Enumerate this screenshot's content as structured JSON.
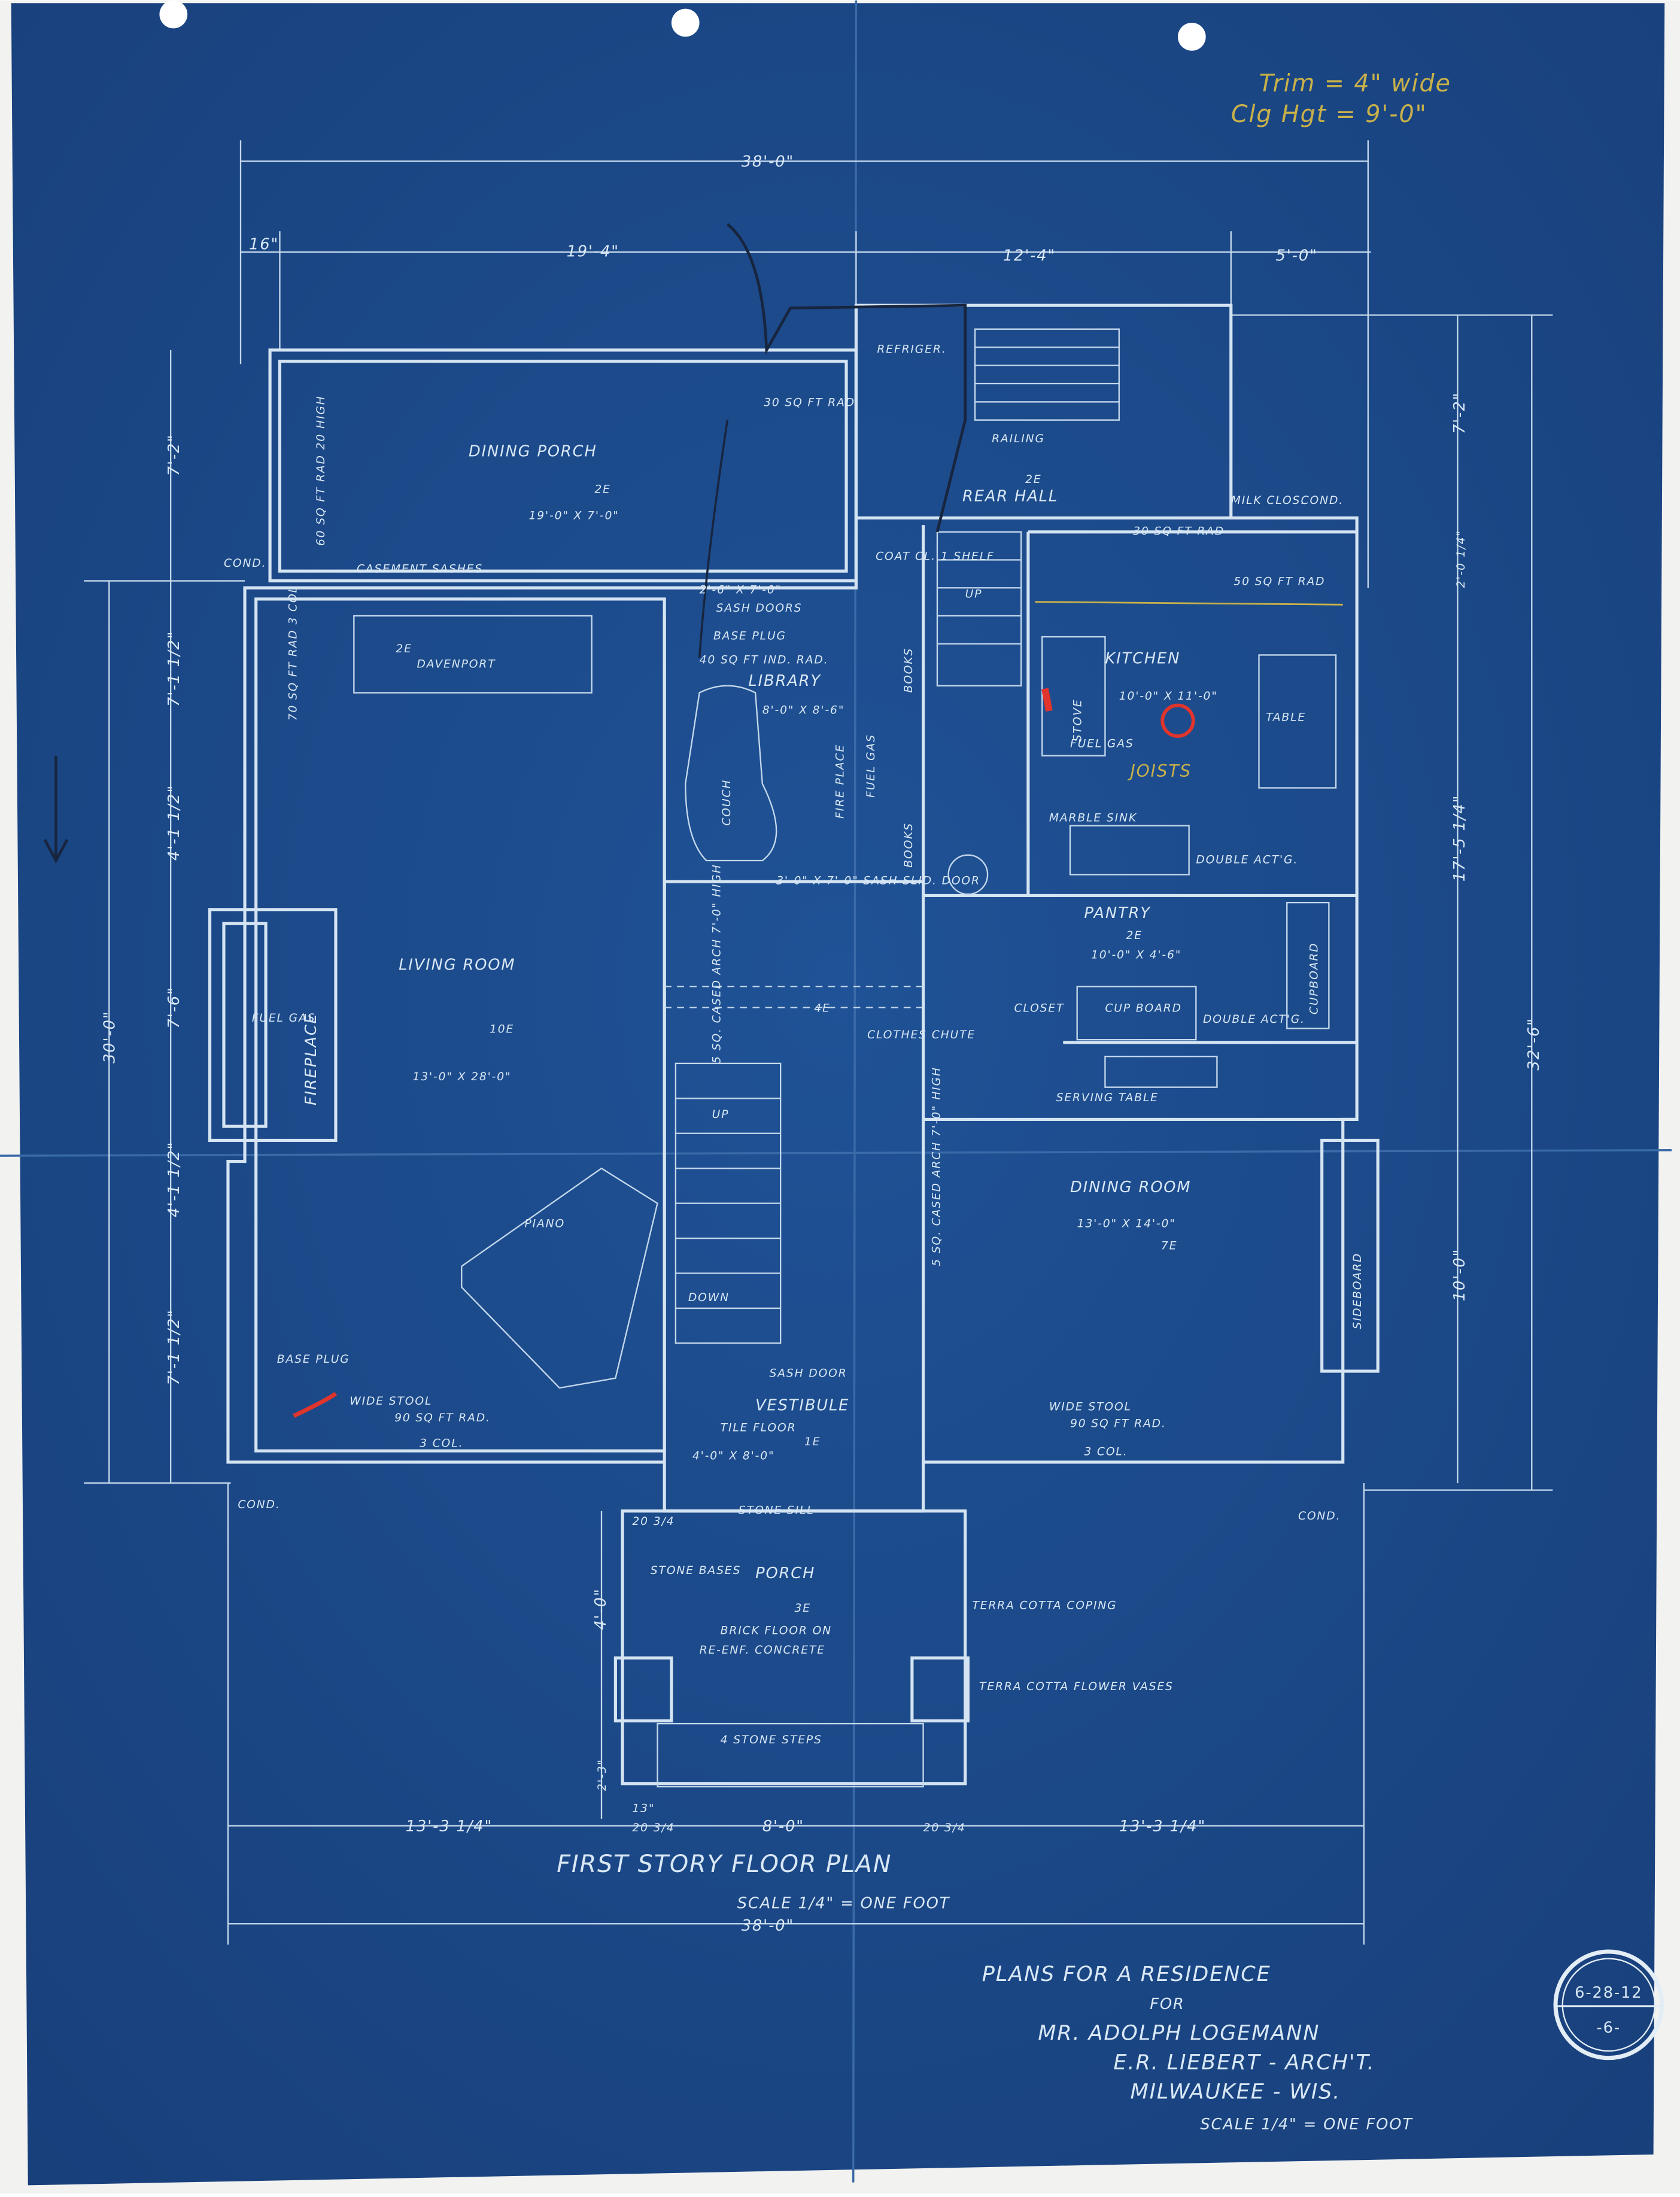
{
  "notes": {
    "trim": "Trim = 4\" wide",
    "ceiling": "Clg Hgt = 9'-0\""
  },
  "title_block": {
    "line1": "PLANS FOR A RESIDENCE",
    "line2": "FOR",
    "line3": "MR. ADOLPH LOGEMANN",
    "line4": "E.R. LIEBERT - ARCH'T.",
    "line5": "MILWAUKEE - WIS.",
    "line6": "SCALE 1/4\" = ONE FOOT"
  },
  "sheet_stamp": {
    "date": "6-28-12",
    "sheet": "-6-"
  },
  "plan_title": {
    "title": "FIRST STORY FLOOR PLAN",
    "scale": "SCALE 1/4\" = ONE FOOT"
  },
  "dimensions": {
    "top_overall": "38'-0\"",
    "top_a": "16\"",
    "top_b": "19'-4\"",
    "top_c": "12'-4\"",
    "top_d": "5'-0\"",
    "bottom_overall": "38'-0\"",
    "bottom_a": "13'-3 1/4\"",
    "bottom_b": "20 3/4",
    "bottom_c": "8'-0\"",
    "bottom_d": "20 3/4",
    "bottom_e": "13'-3 1/4\"",
    "left_overall": "30'-0\"",
    "left_a": "7'-2\"",
    "left_b": "7'-1 1/2\"",
    "left_c": "4'-1 1/2\"",
    "left_d": "7'-6\"",
    "left_e": "4'-1 1/2\"",
    "left_f": "7'-1 1/2\"",
    "right_overall": "32'-6\"",
    "right_a": "7'-2\"",
    "right_b": "2'-0 1/4\"",
    "right_c": "17'-5 1/4\"",
    "right_d": "10'-0\"",
    "porch_a": "4'-0\"",
    "porch_b": "2'-3\"",
    "porch_c": "13\"",
    "porch_d": "20 3/4"
  },
  "rooms": {
    "dining_porch": {
      "name": "DINING PORCH",
      "light": "2E",
      "size": "19'-0\" X 7'-0\""
    },
    "living_room": {
      "name": "LIVING ROOM",
      "light": "10E",
      "size": "13'-0\" X 28'-0\""
    },
    "library": {
      "name": "LIBRARY",
      "size": "8'-0\" X 8'-6\""
    },
    "kitchen": {
      "name": "KITCHEN",
      "size": "10'-0\" X 11'-0\""
    },
    "rear_hall": {
      "name": "REAR HALL",
      "light": "2E"
    },
    "pantry": {
      "name": "PANTRY",
      "light": "2E",
      "size": "10'-0\" X 4'-6\""
    },
    "dining_room": {
      "name": "DINING ROOM",
      "light": "7E",
      "size": "13'-0\" X 14'-0\""
    },
    "vestibule": {
      "name": "VESTIBULE",
      "floor": "TILE FLOOR",
      "light": "1E",
      "size": "4'-0\" X 8'-0\""
    },
    "porch": {
      "name": "PORCH",
      "light": "3E",
      "floor1": "BRICK FLOOR ON",
      "floor2": "RE-ENF. CONCRETE"
    }
  },
  "fixtures": {
    "casement": "CASEMENT SASHES",
    "davenport": "DAVENPORT",
    "twoE": "2E",
    "rad_60": "60 SQ FT RAD 20 HIGH",
    "rad_70": "70 SQ FT RAD 3 COL",
    "sash_doors": "SASH DOORS",
    "door_2_6": "2'-6\" X 7'-0\"",
    "base_plug": "BASE PLUG",
    "ind_rad": "40 SQ FT IND. RAD.",
    "couch": "COUCH",
    "fire_place": "FIRE PLACE",
    "books": "BOOKS",
    "fuel_gas": "FUEL GAS",
    "sash_slid": "3'-0\" X 7'-0\" SASH SLID. DOOR",
    "refriger": "REFRIGER.",
    "railing": "RAILING",
    "up": "UP",
    "rad_30": "30 SQ FT RAD",
    "coat": "COAT CL. 1 SHELF",
    "milk": "MILK CLOS.",
    "cond": "COND.",
    "rad_50": "50 SQ FT RAD",
    "table": "TABLE",
    "stove": "STOVE",
    "marble_sink": "MARBLE SINK",
    "cup_board": "CUP BOARD",
    "cupboard": "CUPBOARD",
    "serving_table": "SERVING TABLE",
    "double_actg": "DOUBLE ACT'G.",
    "closet": "CLOSET",
    "clothes_chute": "CLOTHES CHUTE",
    "cased_arch": "5 SQ. CASED ARCH 7'-0\" HIGH",
    "four_e": "4E",
    "fireplace_lr": "FIREPLACE",
    "piano": "PIANO",
    "down": "DOWN",
    "wide_stool": "WIDE STOOL",
    "rad_90": "90 SQ FT RAD.",
    "three_col": "3 COL.",
    "sash_door": "SASH DOOR",
    "stone_sill": "STONE SILL",
    "stone_bases": "STONE BASES",
    "tc_coping": "TERRA COTTA COPING",
    "tc_vases": "TERRA COTTA FLOWER VASES",
    "steps": "4 STONE STEPS",
    "sideboard": "SIDEBOARD",
    "joists": "JOISTS"
  },
  "colors": {
    "paper": "#1c4b8c",
    "lines": "#d4e4f2",
    "pencil": "#c9b14a",
    "red_crayon": "#e0342c"
  }
}
